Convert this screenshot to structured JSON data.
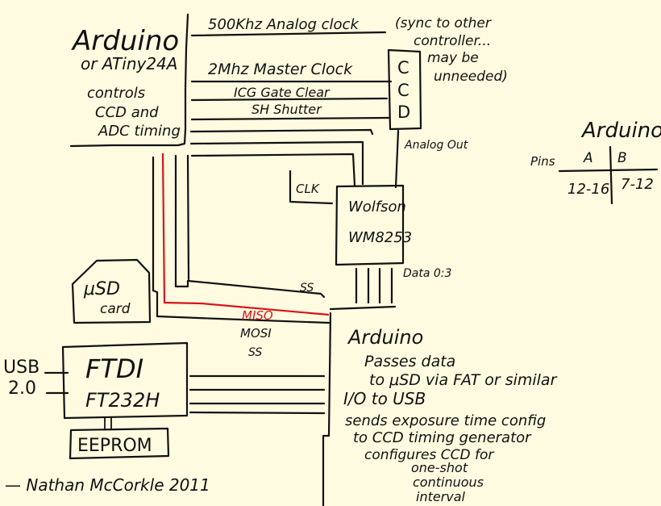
{
  "top_controller": {
    "title": "Arduino",
    "subtitle": "or ATiny24A",
    "desc_lines": [
      "controls",
      "CCD and",
      "ADC timing"
    ]
  },
  "signals": {
    "analog_clock": "500Khz Analog clock",
    "master_clock": "2Mhz Master Clock",
    "icg": "ICG Gate Clear",
    "shutter": "SH Shutter"
  },
  "sync_note": [
    "(sync to other",
    "controller...",
    "may be",
    "unneeded)"
  ],
  "ccd": {
    "letters": [
      "C",
      "C",
      "D"
    ]
  },
  "analog_out": "Analog Out",
  "clk": "CLK",
  "adc": {
    "lines": [
      "Wolfson",
      "WM8253"
    ]
  },
  "data_bus": "Data 0:3",
  "pins_table": {
    "title": "Arduino",
    "row_label": "Pins",
    "headers": [
      "A",
      "B"
    ],
    "values": [
      "12-16",
      "7-12"
    ]
  },
  "sd_card": {
    "lines": [
      "μSD",
      "card"
    ]
  },
  "bus": {
    "ss_top": "SS",
    "miso": "MISO",
    "mosi": "MOSI",
    "ss_bottom": "SS"
  },
  "usb": {
    "lines": [
      "USB",
      "2.0"
    ]
  },
  "ftdi": {
    "lines": [
      "FTDI",
      "FT232H"
    ]
  },
  "eeprom": "EEPROM",
  "main_controller": {
    "title": "Arduino",
    "desc_lines": [
      "Passes data",
      "to μSD via FAT or similar",
      "I/O to USB",
      "sends exposure time config",
      "to CCD timing generator",
      "configures CCD for",
      "one-shot",
      "continuous",
      "interval"
    ]
  },
  "signature": "— Nathan McCorkle 2011",
  "colors": {
    "background": "#fffbe0",
    "ink": "#111111",
    "miso_line": "#d8141c"
  }
}
